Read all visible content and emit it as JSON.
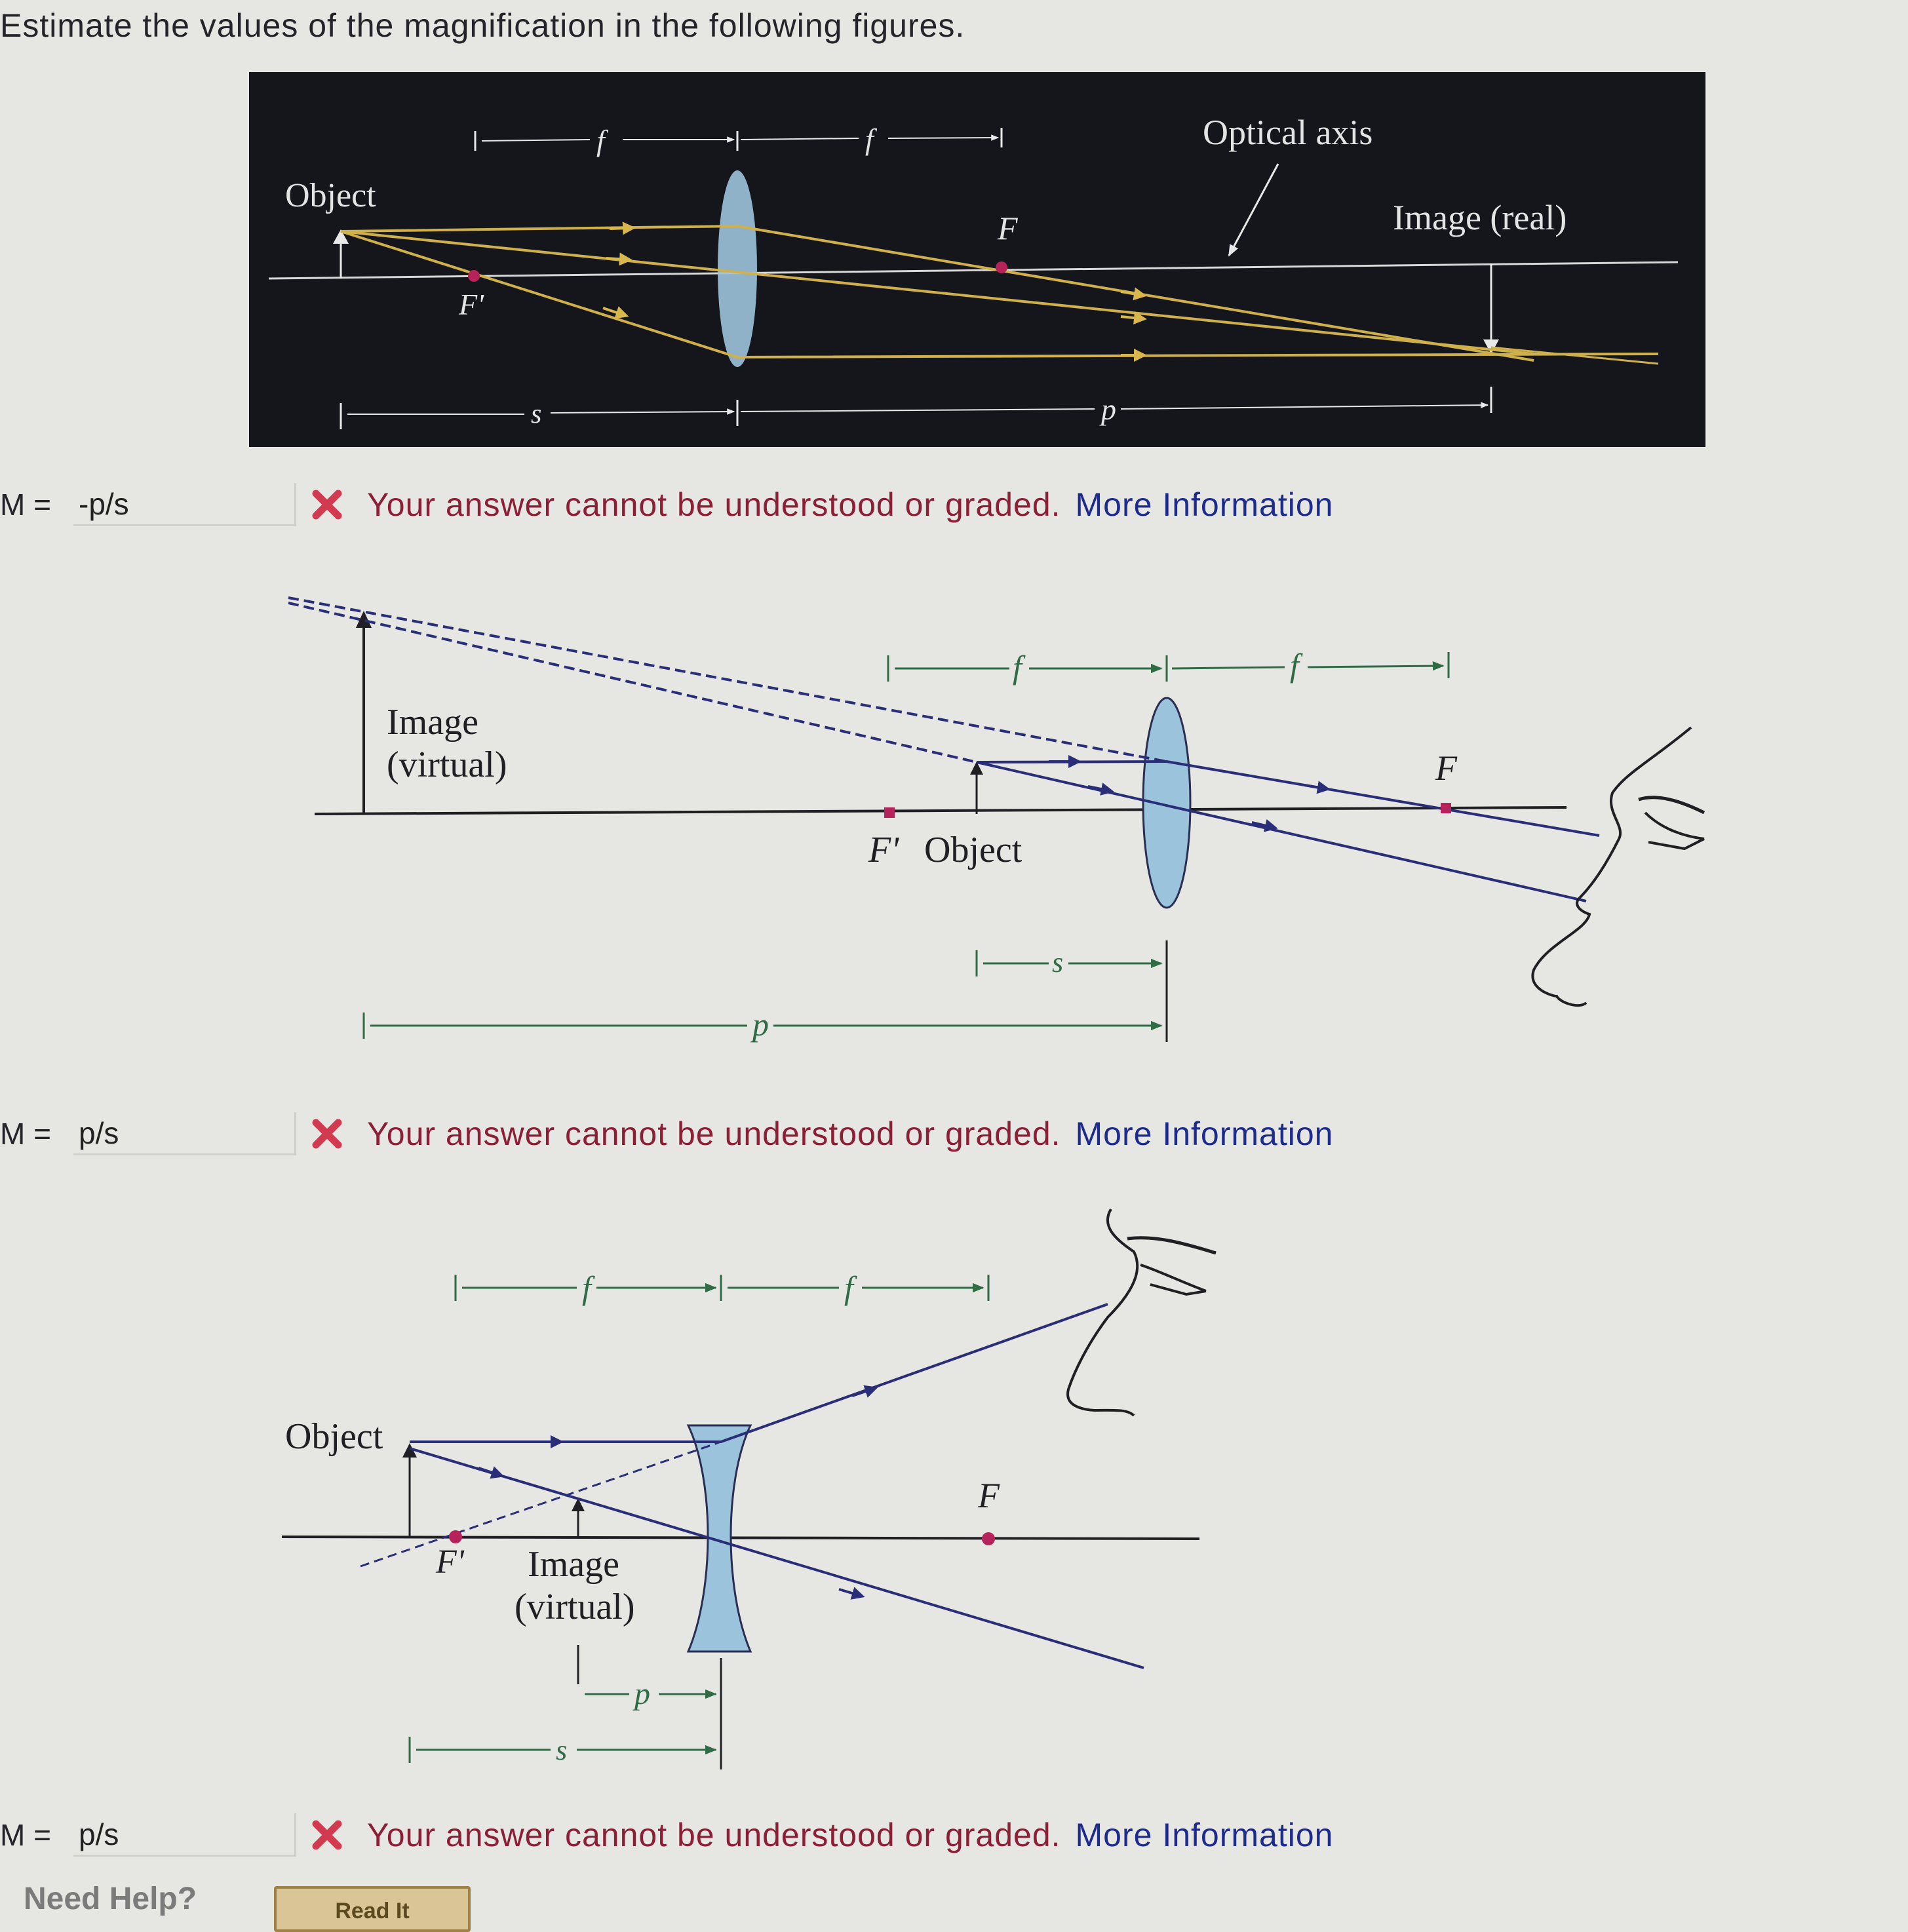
{
  "question": "Estimate the values of the magnification in the following figures.",
  "colors": {
    "error_text": "#8c1e35",
    "link_text": "#1d2a8e",
    "x_mark": "#d23b4f",
    "figure_dark_bg": "#14161b",
    "lens_fill": "#9cc3dc",
    "ray_yellow": "#cfb04a",
    "ray_blue": "#2a2e78",
    "focal_point": "#b5235a",
    "dimension_green": "#2f6b45"
  },
  "figure1": {
    "object_label": "Object",
    "F_label": "F",
    "F_prime_label": "F'",
    "optical_axis_label": "Optical axis",
    "image_label": "Image (real)",
    "f_label": "f",
    "s_label": "s",
    "p_label": "p"
  },
  "figure2": {
    "image_label_line1": "Image",
    "image_label_line2": "(virtual)",
    "F_label": "F",
    "F_prime_label": "F'",
    "object_label": "Object",
    "f_label": "f",
    "s_label": "s",
    "p_label": "p"
  },
  "figure3": {
    "object_label": "Object",
    "F_label": "F",
    "F_prime_label": "F'",
    "image_label_line1": "Image",
    "image_label_line2": "(virtual)",
    "f_label": "f",
    "s_label": "s",
    "p_label": "p"
  },
  "answers": [
    {
      "label": "M =",
      "value": "-p/s",
      "feedback": "Your answer cannot be understood or graded.",
      "link": "More Information"
    },
    {
      "label": "M =",
      "value": "p/s",
      "feedback": "Your answer cannot be understood or graded.",
      "link": "More Information"
    },
    {
      "label": "M =",
      "value": "p/s",
      "feedback": "Your answer cannot be understood or graded.",
      "link": "More Information"
    }
  ],
  "help": {
    "need_help": "Need Help?",
    "read_it": "Read It"
  }
}
